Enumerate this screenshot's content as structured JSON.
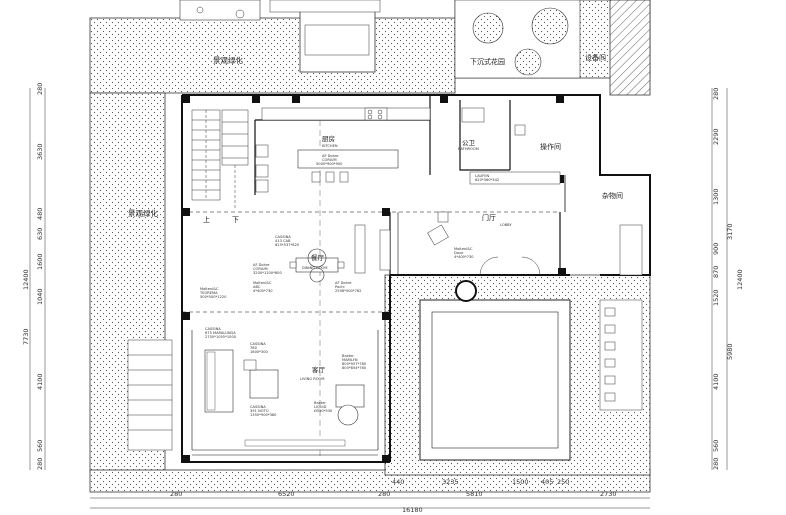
{
  "rooms": {
    "landscape_top": "景观绿化",
    "landscape_left": "景观绿化",
    "sunken_garden": "下沉式花园",
    "equipment_room": "设备间",
    "kitchen_cn": "厨房",
    "kitchen_en": "KITCHEN",
    "bathroom_cn": "公卫",
    "bathroom_en": "BATHROOM",
    "operation_room": "操作间",
    "storage_room": "杂物间",
    "foyer_cn": "门厅",
    "foyer_en": "LOBBY",
    "dining_cn": "餐厅",
    "dining_en": "DINING ROOM",
    "living_cn": "客厅",
    "living_en": "LIVING ROOM",
    "stair_up": "上",
    "stair_down": "下"
  },
  "furniture": {
    "kitchen_island": [
      "AF Dohre",
      "CORIUM",
      "5000*900*900"
    ],
    "bathroom_vanity": [
      "LAUFEN",
      "620*360*342"
    ],
    "cassina_413": [
      "CASSINA",
      "413 CAB",
      "625*537*820"
    ],
    "dining_table": [
      "AF Dohre",
      "CORIUM",
      "3200*1200*800"
    ],
    "molteni_abc": [
      "Molteni&C",
      "ABC",
      "4*400*730"
    ],
    "af_dohre_pochi": [
      "AF Dohre",
      "Pochi",
      "2598*500*782"
    ],
    "molteni_teorema": [
      "Molteni&C",
      "TEOREMA",
      "500*500*1220"
    ],
    "molteni_dove": [
      "Molteni&C",
      "Dove",
      "4*400*730"
    ],
    "cassina_675": [
      "CASSINA",
      "675 MARALUNGA",
      "2750*1055*1000"
    ],
    "cassina_780": [
      "CASSINA",
      "780",
      "1600*300"
    ],
    "baxter_marilyn": [
      "Baxter",
      "MARILYN",
      "800*957*780",
      "800*854*760"
    ],
    "cassina_391": [
      "CASSINA",
      "391 NOTO",
      "1350*900*360"
    ],
    "baxter_liquid": [
      "Baxter",
      "LIQUID",
      "Ø550*530"
    ]
  },
  "dimensions": {
    "bottom_row1": [
      "280",
      "6520",
      "280",
      "440",
      "3235",
      "5810",
      "1500",
      "405",
      "250",
      "2730"
    ],
    "bottom_total": "16180",
    "left_inner": [
      "280",
      "3630",
      "480",
      "630",
      "1600",
      "1040",
      "7730",
      "4100",
      "560",
      "280"
    ],
    "left_total": "12400",
    "right_inner": [
      "280",
      "2290",
      "1300",
      "3170",
      "900",
      "870",
      "1520",
      "5980",
      "4100",
      "560",
      "280"
    ],
    "right_total": "12400"
  }
}
